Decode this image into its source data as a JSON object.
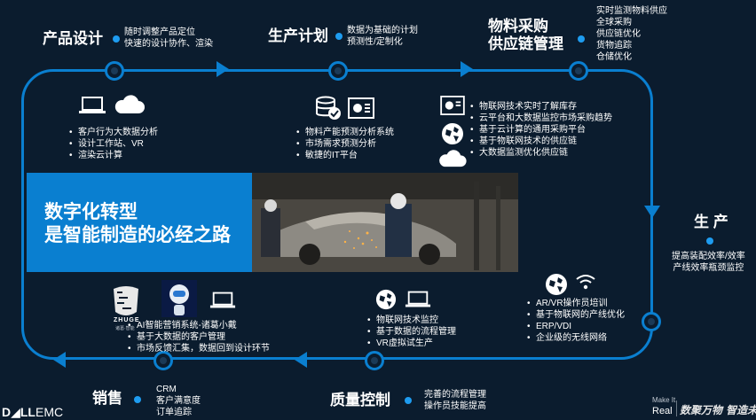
{
  "banner": {
    "line1": "数字化转型",
    "line2": "是智能制造的必经之路"
  },
  "stages": {
    "design": {
      "title": "产品设计",
      "desc": [
        "随时调整产品定位",
        "快速的设计协作、渲染"
      ]
    },
    "plan": {
      "title": "生产计划",
      "desc": [
        "数据为基础的计划",
        "预测性/定制化"
      ]
    },
    "supply": {
      "title1": "物料采购",
      "title2": "供应链管理",
      "desc": [
        "实时监测物料供应",
        "全球采购",
        "供应链优化",
        "货物追踪",
        "仓储优化"
      ]
    },
    "production": {
      "title": "生 产",
      "desc": [
        "提高装配效率/效率",
        "产线效率瓶颈监控"
      ]
    },
    "quality": {
      "title": "质量控制",
      "desc": [
        "完善的流程管理",
        "操作员技能提高"
      ]
    },
    "sales": {
      "title": "销售",
      "desc": [
        "CRM",
        "客户满意度",
        "订单追踪"
      ]
    }
  },
  "boxes": {
    "design_bullets": [
      "客户行为大数据分析",
      "设计工作站、VR",
      "渲染云计算"
    ],
    "plan_bullets": [
      "物料产能预测分析系统",
      "市场需求预测分析",
      "敏捷的IT平台"
    ],
    "supply_bullets": [
      "物联网技术实时了解库存",
      "云平台和大数据监控市场采购趋势",
      "基于云计算的通用采购平台",
      "基于物联网技术的供应链",
      "大数据监测优化供应链"
    ],
    "production_bullets": [
      "AR/VR操作员培训",
      "基于物联网的产线优化",
      "ERP/VDI",
      "企业级的无线网络"
    ],
    "quality_bullets": [
      "物联网技术监控",
      "基于数据的流程管理",
      "VR虚拟试生产"
    ],
    "sales_bullets": [
      "AI智能营销系统-诸葛小戴",
      "基于大数据的客户管理",
      "市场反馈汇集，数据回到设计环节"
    ]
  },
  "logos": {
    "zhuge": "ZHUGE",
    "zhuge_sub": "诸葛·智能",
    "dellemc_dell": "D◢LL",
    "dellemc_emc": "EMC",
    "makeit1": "Make It",
    "makeit2": "Real",
    "slogan": "数聚万物 智造未来"
  },
  "icons": [
    "laptop-icon",
    "cloud-icon",
    "database-check-icon",
    "dashboard-icon",
    "globe-icon",
    "wifi-icon",
    "robot-icon"
  ],
  "colors": {
    "background": "#0b1c2e",
    "accent": "#0a7fd0",
    "dot": "#1e9cf0"
  }
}
